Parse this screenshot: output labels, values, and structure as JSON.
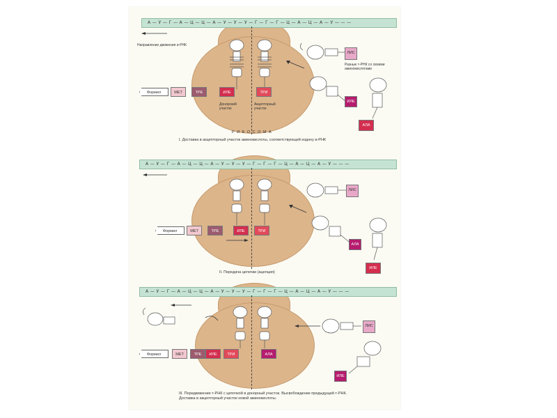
{
  "mrna": {
    "p1": "А — У — Г — А — Ц — Ц — А — У — У — У — Г — Г — Г — Ц — А — Ц — А — У — — —",
    "p2": "А — У — Г — А — Ц — Ц — А — У — У — У — Г — Г — Г — Ц — А — Ц — А — У — — —",
    "p3": "А — У — Г — А — Ц — Ц — А — У — У — У — Г — Г — Г — Ц — А — Ц — А — У — — —"
  },
  "labels": {
    "direction": "Направление движения и-РНК",
    "different_trna": "Разные т-РНК со своими аминокислотами",
    "donor": "Донорский участок",
    "acceptor": "Акцепторный участок",
    "ribosome": "Р И Б О С О М А",
    "formyl": "Формил"
  },
  "amino": {
    "met": "МЕТ",
    "tre": "ТРЕ",
    "ile": "ИЛЕ",
    "tri": "ТРИ",
    "lis": "ЛИС",
    "ala": "АЛА"
  },
  "captions": {
    "c1": "I. Доставка в акцепторный участок аминокислоты, соответствующей кодону и-РНК",
    "c2": "II. Передача цепочки (ацепция)",
    "c3": "III. Передвижение т-РНК с цепочкой в донорный участок. Высвобождение предыдущей т-РНК. Доставка в акцепторный участок новой аминокислоты."
  },
  "colors": {
    "mrna": "#c5e3d3",
    "ribosome": "#dcb58b",
    "met": "#f2c8cf",
    "tre": "#9c5b6e",
    "ile": "#d42e4f",
    "tri": "#e24a5a",
    "lis": "#e8a8c8",
    "ala": "#b51c6e"
  }
}
